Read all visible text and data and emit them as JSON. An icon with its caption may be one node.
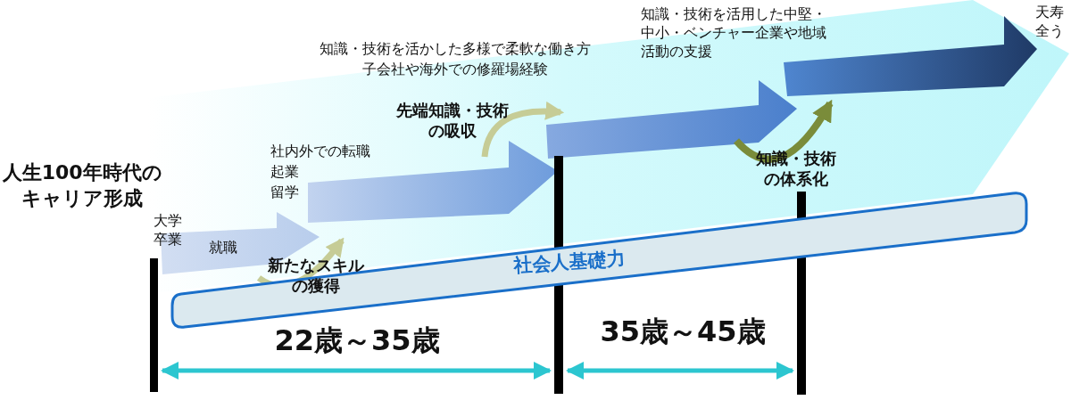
{
  "diagram": {
    "nodes": [
      {
        "text": [
          "社会人基礎力"
        ]
      }
    ],
    "labels": [
      "人生100年時代のキャリア形成",
      "知識・技術を活かした多様で柔軟な働き方",
      "子会社や海外での修羅場経験",
      "知識・技術を活用した中堅・中小・ベンチャー企業や地域活動の支援",
      "天寿全う",
      "先端知識・技術の吸収",
      "社内外での転職",
      "起業",
      "留学",
      "知識・技術の体系化",
      "大学卒業",
      "就職",
      "新たなスキルの獲得",
      "22歳～35歳",
      "35歳～45歳"
    ]
  }
}
